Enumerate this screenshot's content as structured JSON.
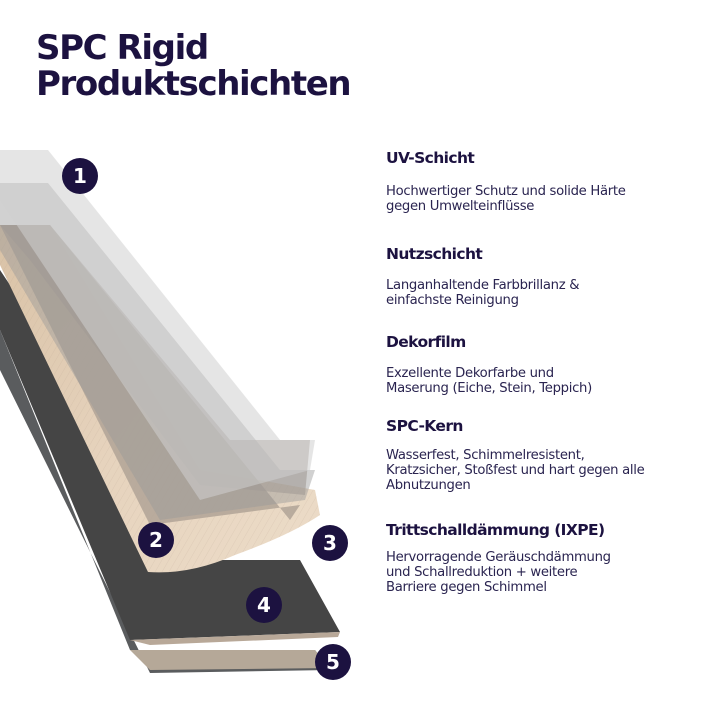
{
  "title": {
    "line1": "SPC Rigid",
    "line2": "Produktschichten"
  },
  "badges": [
    "1",
    "2",
    "3",
    "4",
    "5"
  ],
  "layers": [
    {
      "name": "UV-Schicht",
      "description": "Hochwertiger Schutz und solide Härte\ngegen Umwelteinflüsse"
    },
    {
      "name": "Nutzschicht",
      "description": "Langanhaltende Farbbrillanz &\neinfachste Reinigung"
    },
    {
      "name": "Dekorfilm",
      "description": "Exzellente Dekorfarbe und\nMaserung (Eiche, Stein, Teppich)"
    },
    {
      "name": "SPC-Kern",
      "description": "Wasserfest, Schimmelresistent,\nKratzsicher, Stoßfest und hart gegen alle\nAbnutzungen"
    },
    {
      "name": "Trittschalldämmung (IXPE)",
      "description": "Hervorragende Geräuschdämmung\nund Schallreduktion + weitere\nBarriere gegen Schimmel"
    }
  ],
  "colors": {
    "accent": "#1c1240",
    "uv_layer": "#d6d6d6",
    "wear_layer": "#b3b3b3",
    "decor_film": "#b8a99c",
    "decor_light": "#e8d6c2",
    "spc_core": "#454545",
    "ixpe": "#5a5c5e"
  }
}
